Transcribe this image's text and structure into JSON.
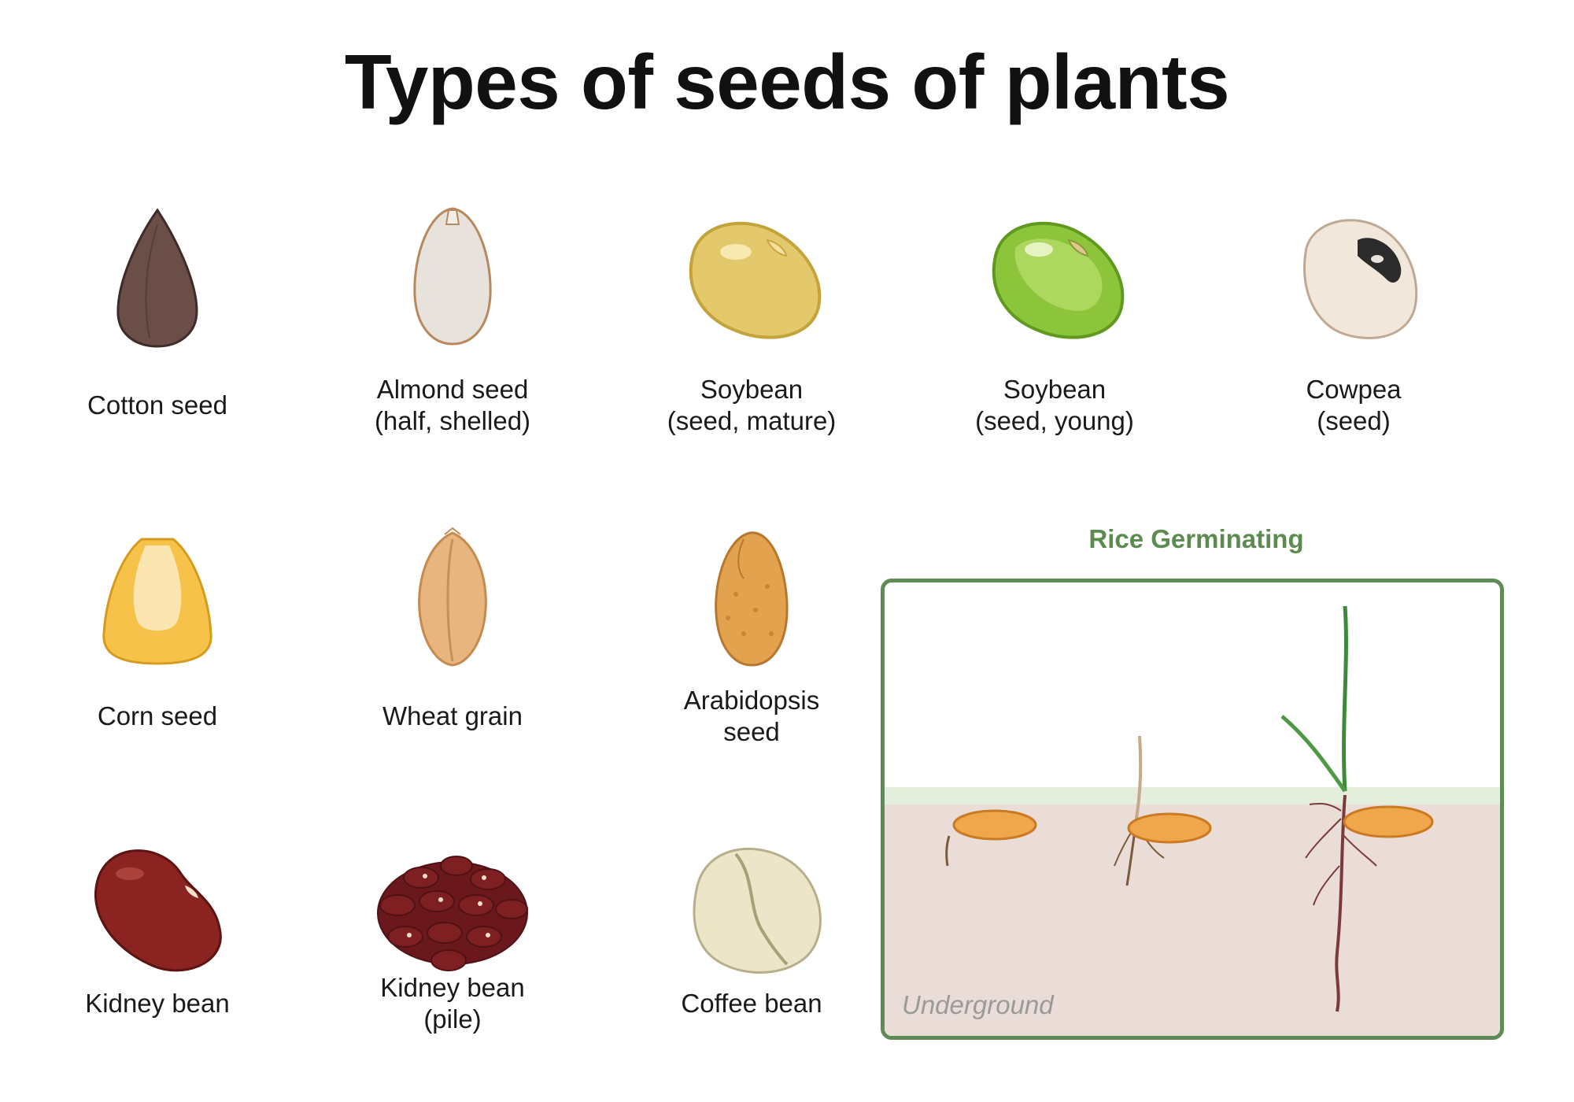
{
  "title": "Types of seeds of plants",
  "seeds": [
    {
      "id": "cotton",
      "lines": [
        "Cotton seed"
      ],
      "color": "#6b4e48"
    },
    {
      "id": "almond",
      "lines": [
        "Almond seed",
        "(half, shelled)"
      ],
      "color": "#e5dfd6"
    },
    {
      "id": "soybean-mature",
      "lines": [
        "Soybean",
        "(seed, mature)"
      ],
      "color": "#e3c86a"
    },
    {
      "id": "soybean-young",
      "lines": [
        "Soybean",
        "(seed, young)"
      ],
      "color": "#8cc43a"
    },
    {
      "id": "cowpea",
      "lines": [
        "Cowpea",
        "(seed)"
      ],
      "color": "#f0e6da"
    },
    {
      "id": "corn",
      "lines": [
        "Corn seed"
      ],
      "color": "#f7c24a"
    },
    {
      "id": "wheat",
      "lines": [
        "Wheat grain"
      ],
      "color": "#e8b57e"
    },
    {
      "id": "arabidopsis",
      "lines": [
        "Arabidopsis",
        "seed"
      ],
      "color": "#e3a24e"
    },
    {
      "id": "kidney-bean",
      "lines": [
        "Kidney bean"
      ],
      "color": "#8b2320"
    },
    {
      "id": "kidney-bean-pile",
      "lines": [
        "Kidney bean",
        "(pile)"
      ],
      "color": "#7e1f22"
    },
    {
      "id": "coffee-bean",
      "lines": [
        "Coffee bean"
      ],
      "color": "#ece5c8"
    }
  ],
  "rice": {
    "title": "Rice Germinating",
    "underground_label": "Underground",
    "border_color": "#5f8c55",
    "soil_color": "#eaddd8",
    "grain_color": "#f0a64a"
  }
}
